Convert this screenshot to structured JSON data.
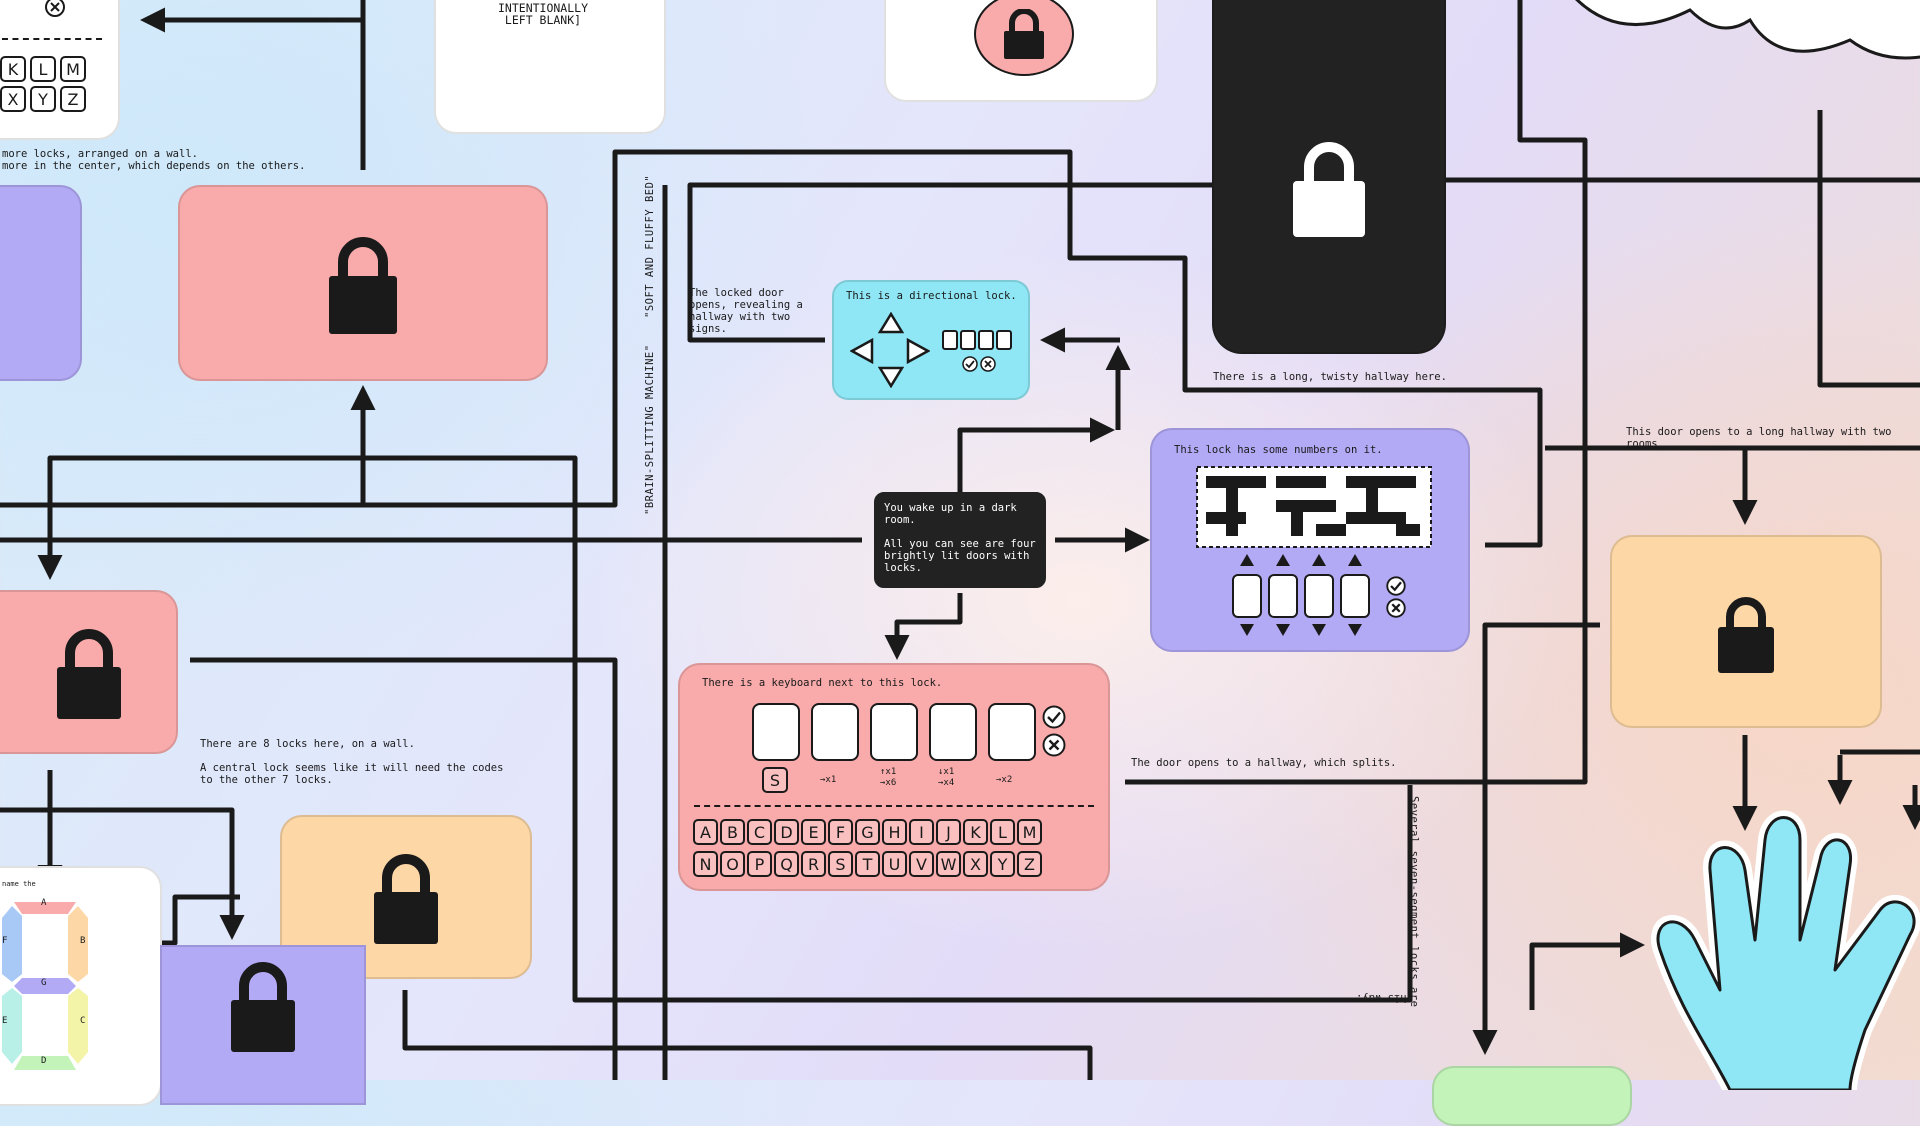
{
  "colors": {
    "pink": "#f9abab",
    "orange": "#fdd7a6",
    "purple": "#b3aaf6",
    "cyan": "#8fe6f4",
    "dark": "#222222",
    "white": "#ffffff",
    "green": "#c3f3b9",
    "hand": "#8fe6f4"
  },
  "notes": {
    "top_left_locks": "more locks, arranged on a wall.\nmore in the center, which depends on the others.",
    "intentionally_blank": "INTENTIONALLY\nLEFT BLANK]",
    "sign_soft_bed": "\"SOFT AND FLUFFY BED\"",
    "sign_brain": "\"BRAIN-SPLITTING MACHINE\"",
    "locked_door": "The locked door\nopens, revealing a\nhallway with two\nsigns.",
    "directional_lock": "This is a directional lock.",
    "start_room": "You wake up in a dark\nroom.\n\nAll you can see are four\nbrightly lit doors with\nlocks.",
    "numbers_lock": "This lock has some numbers on it.",
    "twisty_hallway": "There is a long, twisty hallway here.",
    "long_hallway": "This door opens to a long hallway with two rooms",
    "keyboard_lock": "There is a keyboard next to this lock.",
    "eight_locks": "There are 8 locks here, on a wall.\n\nA central lock seems like it will need the codes\nto the other 7 locks.",
    "hallway_splits": "The door opens to a hallway, which splits.",
    "seven_segment": "Several seven-segment locks are",
    "this_way_mirrored": "this way.",
    "name_the": "name the"
  },
  "keyboard": {
    "row1": [
      "A",
      "B",
      "C",
      "D",
      "E",
      "F",
      "G",
      "H",
      "I",
      "J",
      "K",
      "L",
      "M"
    ],
    "row2": [
      "N",
      "O",
      "P",
      "Q",
      "R",
      "S",
      "T",
      "U",
      "V",
      "W",
      "X",
      "Y",
      "Z"
    ],
    "hint_key": "S",
    "moves": [
      "→x1",
      "↑x1\n→x6",
      "↓x1\n→x4",
      "→x2"
    ]
  },
  "top_left_keys": {
    "row1": [
      "K",
      "L",
      "M"
    ],
    "row2": [
      "X",
      "Y",
      "Z"
    ]
  },
  "segments": [
    "A",
    "B",
    "C",
    "D",
    "E",
    "F",
    "G"
  ],
  "icons": [
    "lock-icon",
    "check-icon",
    "cross-icon",
    "arrow-up-icon",
    "arrow-down-icon",
    "arrow-left-icon",
    "arrow-right-icon",
    "hand-icon",
    "cloud-icon"
  ]
}
